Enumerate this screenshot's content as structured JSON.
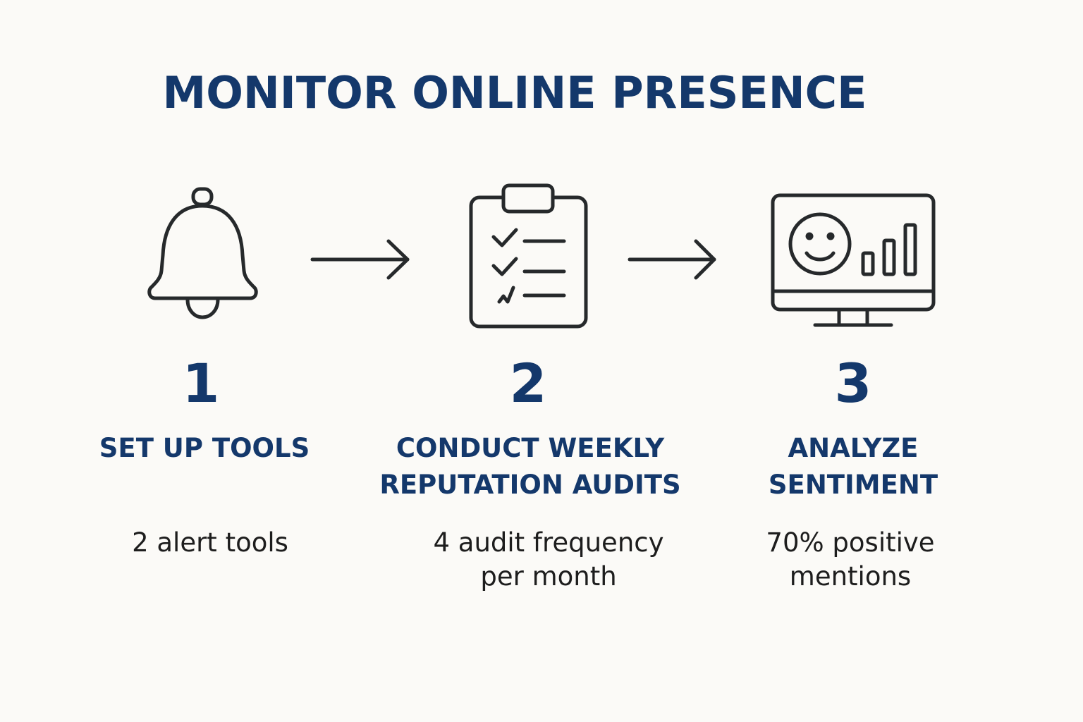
{
  "title": "MONITOR ONLINE PRESENCE",
  "colors": {
    "heading": "#14386b",
    "icon_stroke": "#26292b",
    "body_text": "#1d1d1d",
    "background": "#fbfaf7"
  },
  "steps": [
    {
      "number": "1",
      "title": "SET UP TOOLS",
      "description": "2 alert tools",
      "icon": "bell-icon"
    },
    {
      "number": "2",
      "title": "CONDUCT WEEKLY\nREPUTATION AUDITS",
      "description": "4 audit frequency\nper month",
      "icon": "clipboard-checklist-icon"
    },
    {
      "number": "3",
      "title": "ANALYZE\nSENTIMENT",
      "description": "70% positive\nmentions",
      "icon": "monitor-smiley-chart-icon"
    }
  ]
}
